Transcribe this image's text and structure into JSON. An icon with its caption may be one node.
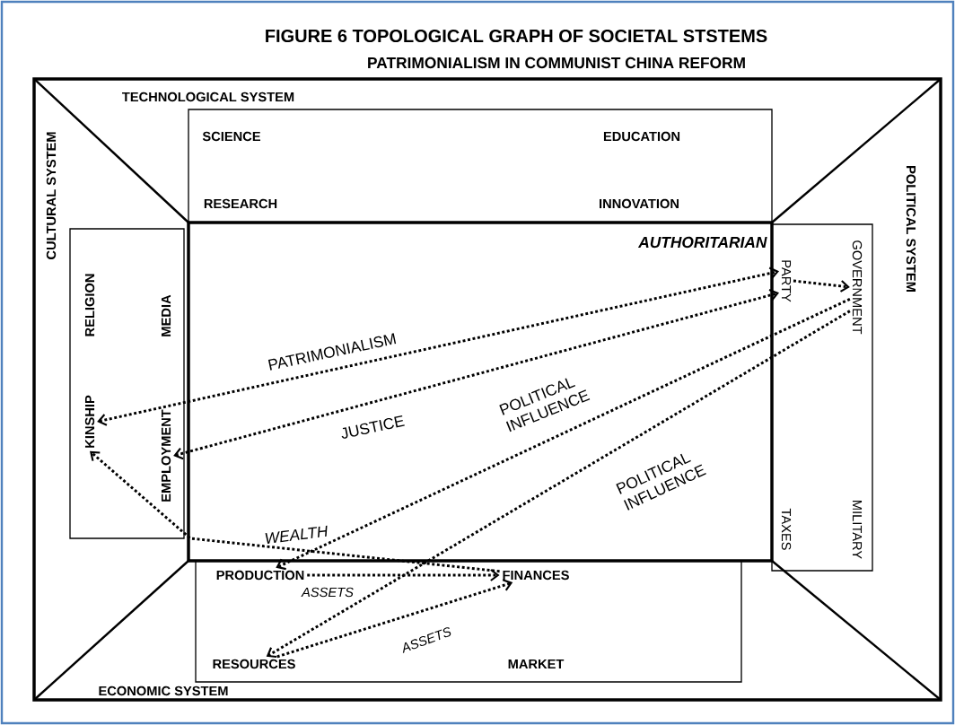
{
  "diagram": {
    "title": "FIGURE 6 TOPOLOGICAL GRAPH OF SOCIETAL STSTEMS",
    "nodes": [
      {
        "text": [
          "SCIENCE",
          "EDUCATION",
          "RESEARCH",
          "INNOVATION"
        ]
      },
      {
        "text": [
          "RELIGION",
          "MEDIA"
        ]
      },
      {
        "text": [
          "KINSHIP"
        ],
        "in": 1
      },
      {
        "text": [
          "EMPLOYMENT"
        ],
        "in": 1
      },
      {
        "text": [
          "TAXES",
          "MILITARY"
        ]
      },
      {
        "text": [
          "PARTY"
        ],
        "in": 4
      },
      {
        "text": [
          "GOVERNMENT"
        ],
        "in": 4
      },
      {
        "text": [
          "MARKET"
        ]
      },
      {
        "text": [
          "PRODUCTION"
        ],
        "in": 7
      },
      {
        "text": [
          "FINANCES"
        ],
        "in": 7
      },
      {
        "text": [
          "RESOURCES"
        ],
        "in": 7
      }
    ],
    "edges": [
      {
        "from": 2,
        "to": 5,
        "arrow": "both",
        "label": "PATRIMONIALISM"
      },
      {
        "from": 3,
        "to": 5,
        "arrow": "both",
        "label": "JUSTICE"
      },
      {
        "from": 5,
        "to": 6,
        "arrow": "to"
      },
      {
        "from": 6,
        "to": 8,
        "arrow": "to",
        "label": "POLITICAL INFLUENCE"
      },
      {
        "from": 6,
        "to": 10,
        "arrow": "to",
        "label": "POLITICAL INFLUENCE"
      },
      {
        "from": 9,
        "to": 2,
        "arrow": "to",
        "label": "WEALTH"
      },
      {
        "from": 8,
        "to": 9,
        "arrow": "to",
        "label": "ASSETS"
      },
      {
        "from": 10,
        "to": 9,
        "arrow": "to",
        "label": "ASSETS"
      }
    ],
    "labels": [
      "PATRIMONIALISM IN COMMUNIST CHINA REFORM",
      "TECHNOLOGICAL SYSTEM",
      "CULTURAL SYSTEM",
      "AUTHORITARIAN",
      "POLITICAL SYSTEM",
      "ECONOMIC SYSTEM"
    ]
  }
}
